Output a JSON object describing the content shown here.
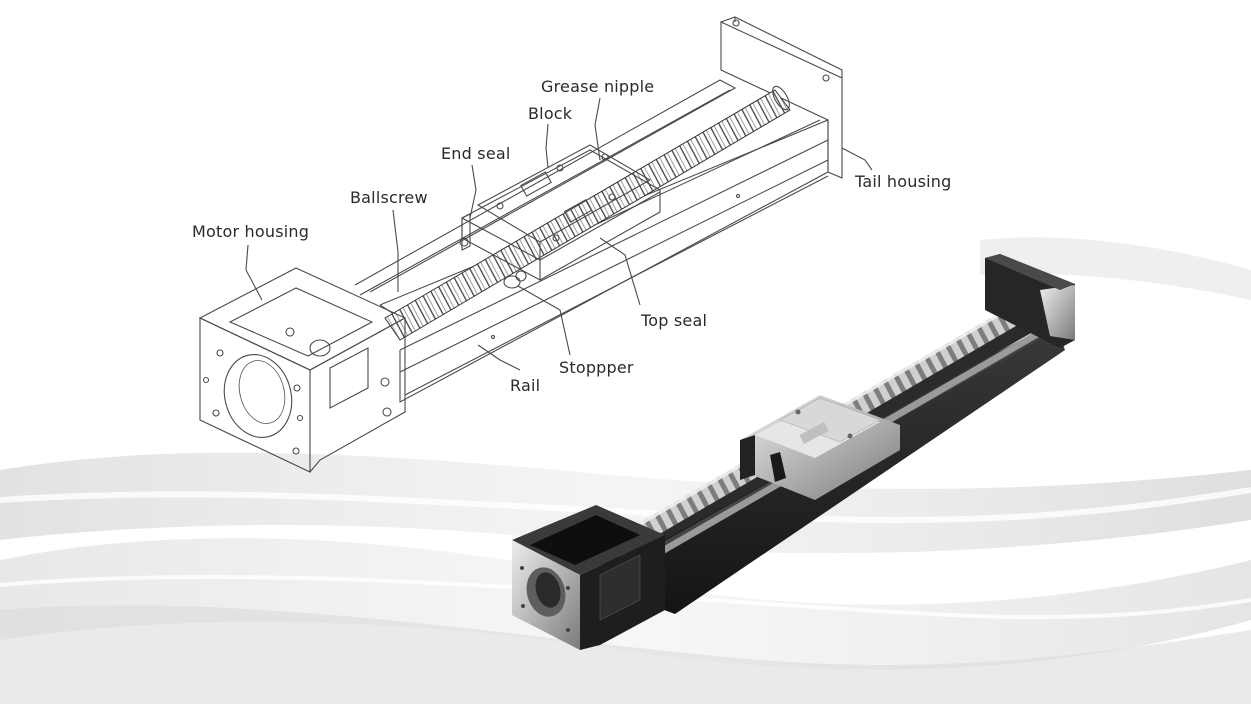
{
  "labels": {
    "grease_nipple": "Grease nipple",
    "block": "Block",
    "end_seal": "End seal",
    "ballscrew": "Ballscrew",
    "motor_housing": "Motor housing",
    "tail_housing": "Tail housing",
    "top_seal": "Top seal",
    "stopper": "Stoppper",
    "rail": "Rail"
  },
  "colors": {
    "background": "#ffffff",
    "swoosh": "#c9c9c9",
    "line_art": "#4a4a4a",
    "label_text": "#2a2a2a",
    "photo_body": "#1f1f1f",
    "photo_metal": "#b8b8b8"
  }
}
